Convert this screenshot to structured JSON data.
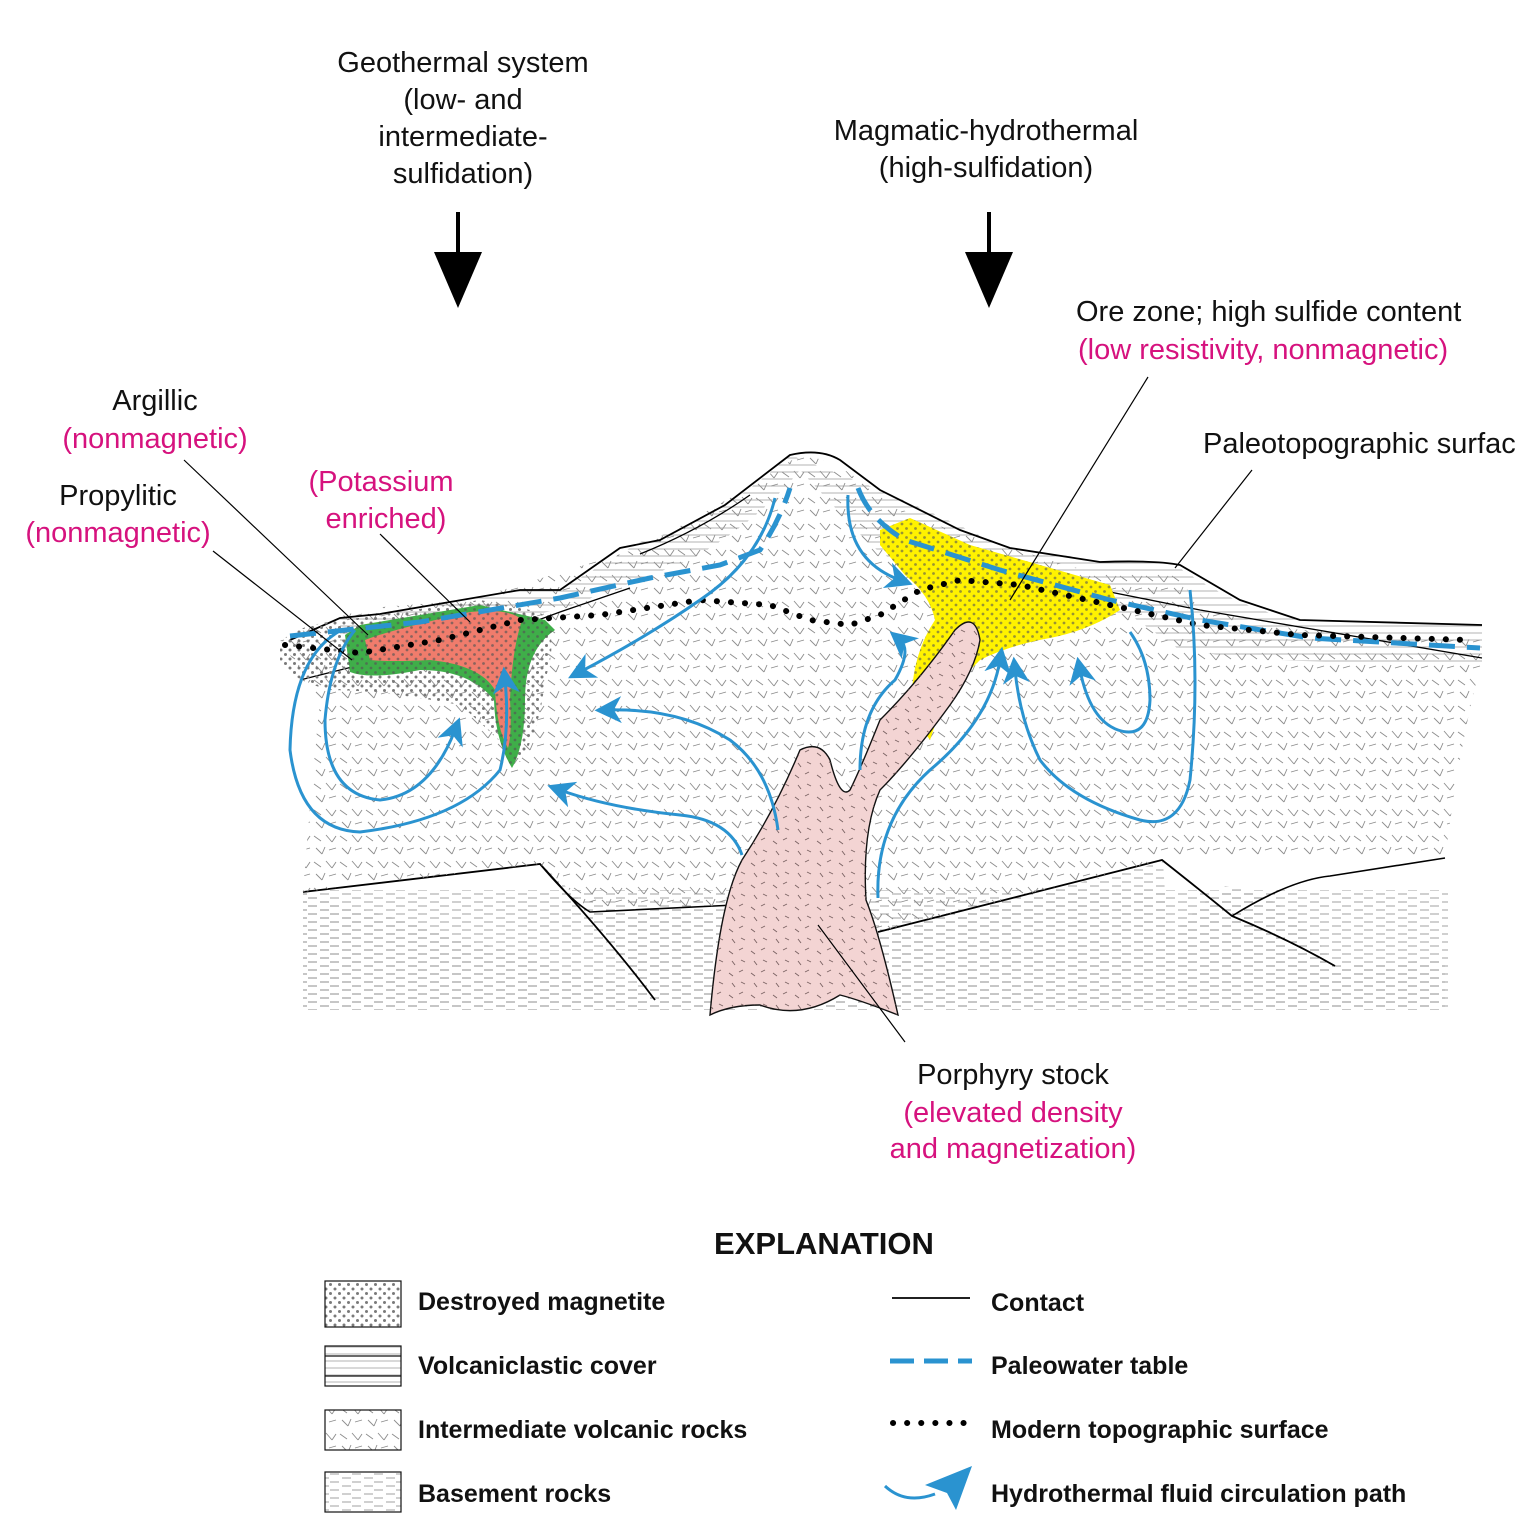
{
  "labels": {
    "geothermal": [
      "Geothermal system",
      "(low- and",
      "intermediate-",
      "sulfidation)"
    ],
    "magmatic": [
      "Magmatic-hydrothermal",
      "(high-sulfidation)"
    ],
    "ore_zone": "Ore zone; high sulfide content",
    "ore_zone_note": "(low resistivity, nonmagnetic)",
    "paleotopo": "Paleotopographic surfac",
    "argillic": "Argillic",
    "argillic_note": "(nonmagnetic)",
    "propylitic": "Propylitic",
    "propylitic_note": "(nonmagnetic)",
    "potassium": [
      "(Potassium",
      "enriched)"
    ],
    "porphyry": "Porphyry stock",
    "porphyry_note": [
      "(elevated density",
      "and magnetization)"
    ]
  },
  "legend": {
    "title": "EXPLANATION",
    "left": [
      {
        "icon": "destroyed-magnetite-swatch",
        "label": "Destroyed magnetite"
      },
      {
        "icon": "volcaniclastic-cover-swatch",
        "label": "Volcaniclastic cover"
      },
      {
        "icon": "intermediate-volcanic-swatch",
        "label": "Intermediate volcanic rocks"
      },
      {
        "icon": "basement-rocks-swatch",
        "label": "Basement rocks"
      }
    ],
    "right": [
      {
        "icon": "contact-line",
        "label": "Contact"
      },
      {
        "icon": "paleowater-table-dashed-line",
        "label": "Paleowater table"
      },
      {
        "icon": "modern-topographic-dotted-line",
        "label": "Modern topographic surface"
      },
      {
        "icon": "fluid-path-arrow",
        "label": "Hydrothermal fluid circulation path"
      }
    ]
  },
  "colors": {
    "fluid_path": "#2a93d0",
    "annotation_magenta": "#d6127e",
    "porphyry_fill": "#f3d4d3",
    "ore_zone_yellow": "#fff200",
    "argillic_green": "#3fae49",
    "potassic_red": "#f07c6c",
    "basement_fill": "#f4f4f4",
    "volcanic_fill": "#f8f8f8"
  }
}
